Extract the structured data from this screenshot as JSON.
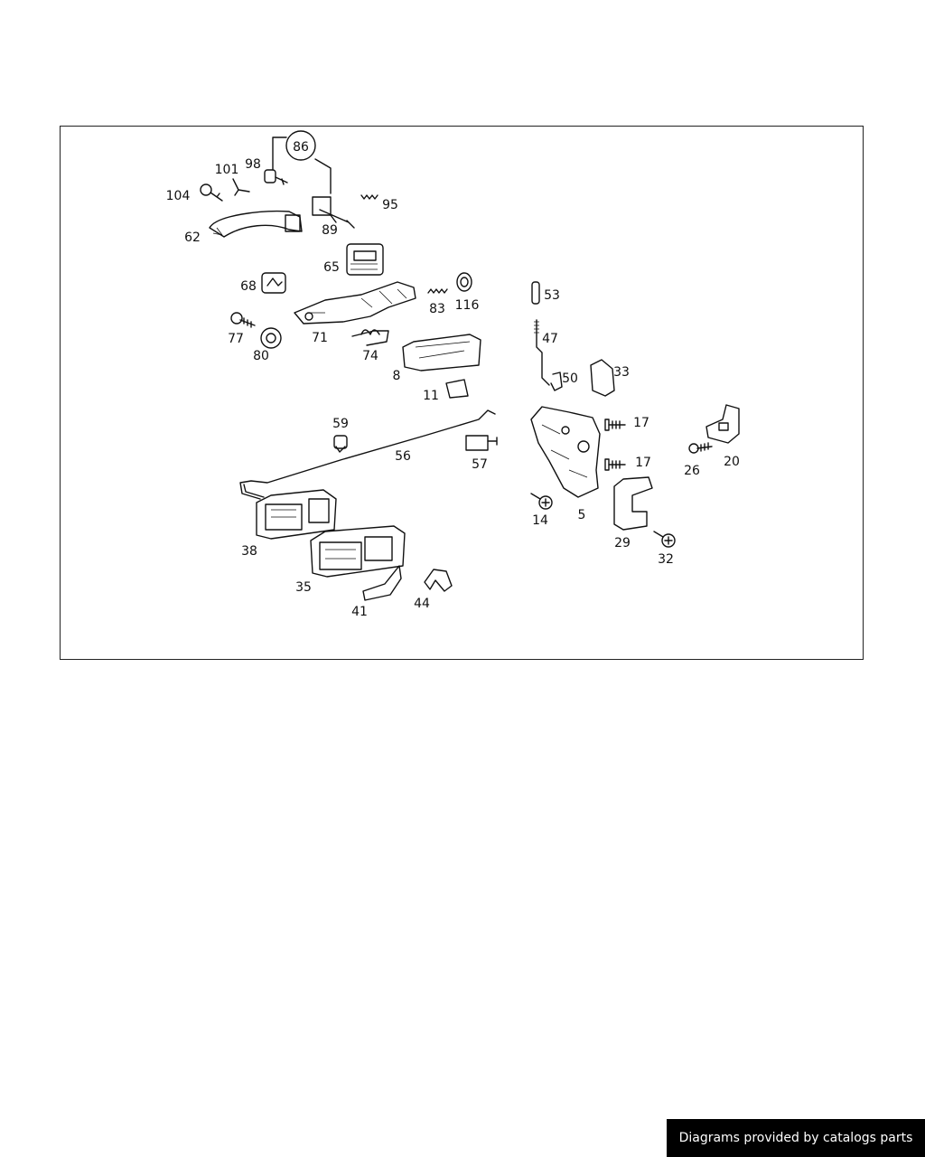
{
  "diagram": {
    "callouts": [
      "86",
      "98",
      "101",
      "104",
      "95",
      "62",
      "89",
      "65",
      "68",
      "83",
      "116",
      "53",
      "77",
      "71",
      "80",
      "74",
      "47",
      "8",
      "50",
      "33",
      "11",
      "59",
      "17",
      "56",
      "57",
      "26",
      "20",
      "17",
      "38",
      "14",
      "5",
      "29",
      "32",
      "35",
      "41",
      "44"
    ]
  },
  "footer": {
    "credit_text": "Diagrams provided by catalogs parts"
  }
}
